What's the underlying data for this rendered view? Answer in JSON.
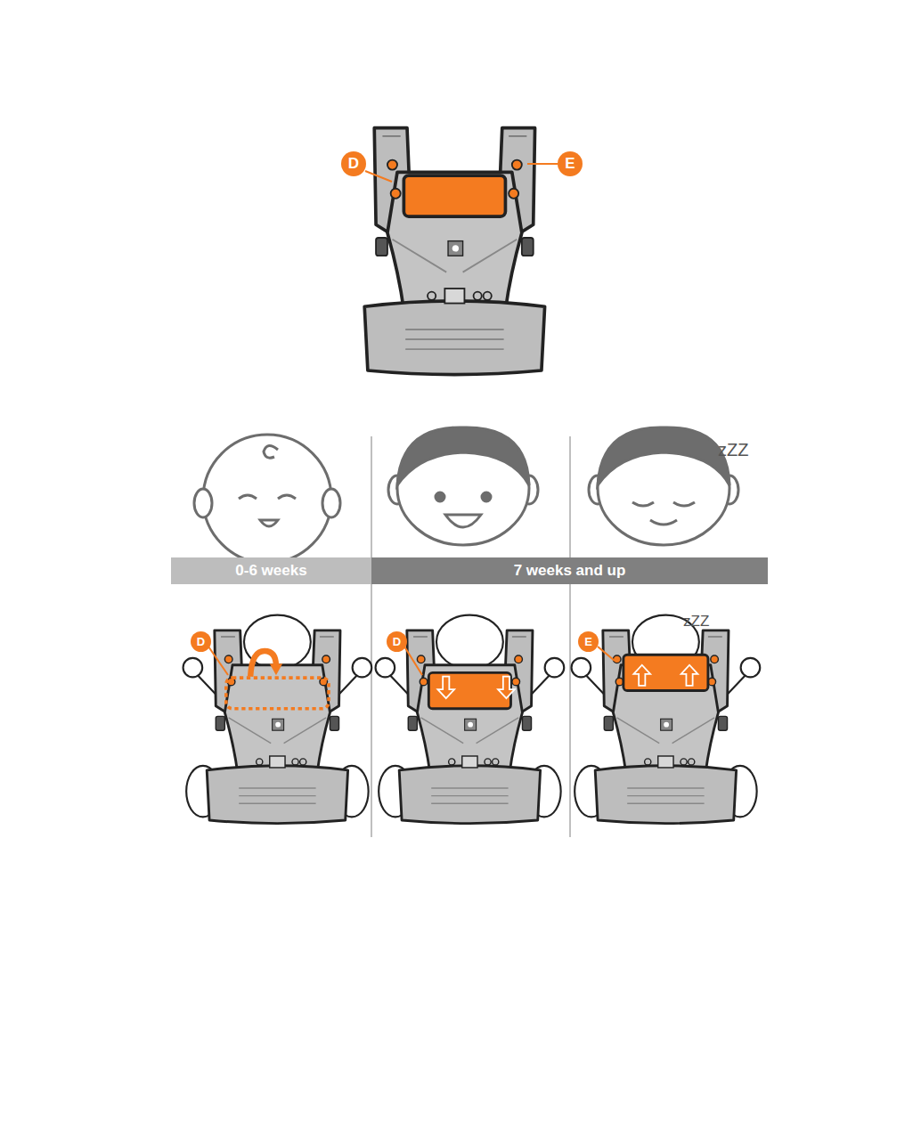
{
  "diagram": {
    "nodes": [
      {
        "text": [
          "D"
        ]
      },
      {
        "text": [
          "E"
        ]
      },
      {
        "text": [
          "0-6 weeks"
        ]
      },
      {
        "text": [
          "7 weeks and up"
        ]
      },
      {
        "text": [
          "D"
        ]
      },
      {
        "text": [
          "D"
        ]
      },
      {
        "text": [
          "E"
        ]
      }
    ],
    "labels": [
      "zZZ",
      "zZZ"
    ]
  }
}
